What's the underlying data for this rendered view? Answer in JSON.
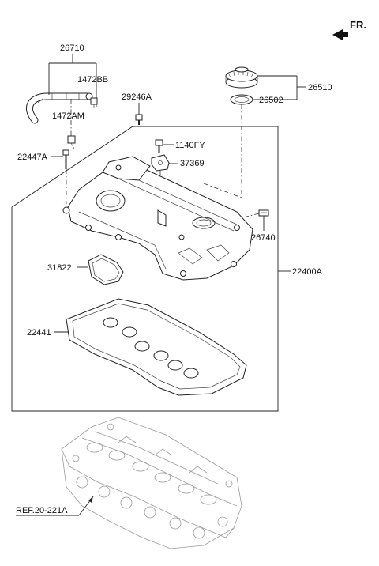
{
  "orientation": "FR.",
  "labels": {
    "hose": "26710",
    "bolt_1472BB": "1472BB",
    "clip_1472AM": "1472AM",
    "sensor": "29246A",
    "stud_bolt": "22447A",
    "bolt_1140FY": "1140FY",
    "bracket": "37369",
    "oil_cap": "26510",
    "cap_seal": "26502",
    "pcv_valve": "26740",
    "gasket_plug": "31822",
    "cover_assy": "22400A",
    "cover_gasket": "22441"
  },
  "reference": {
    "prefix": "REF.",
    "number": "20-221A"
  },
  "icons": {
    "direction_arrow": "front-arrow-icon"
  }
}
